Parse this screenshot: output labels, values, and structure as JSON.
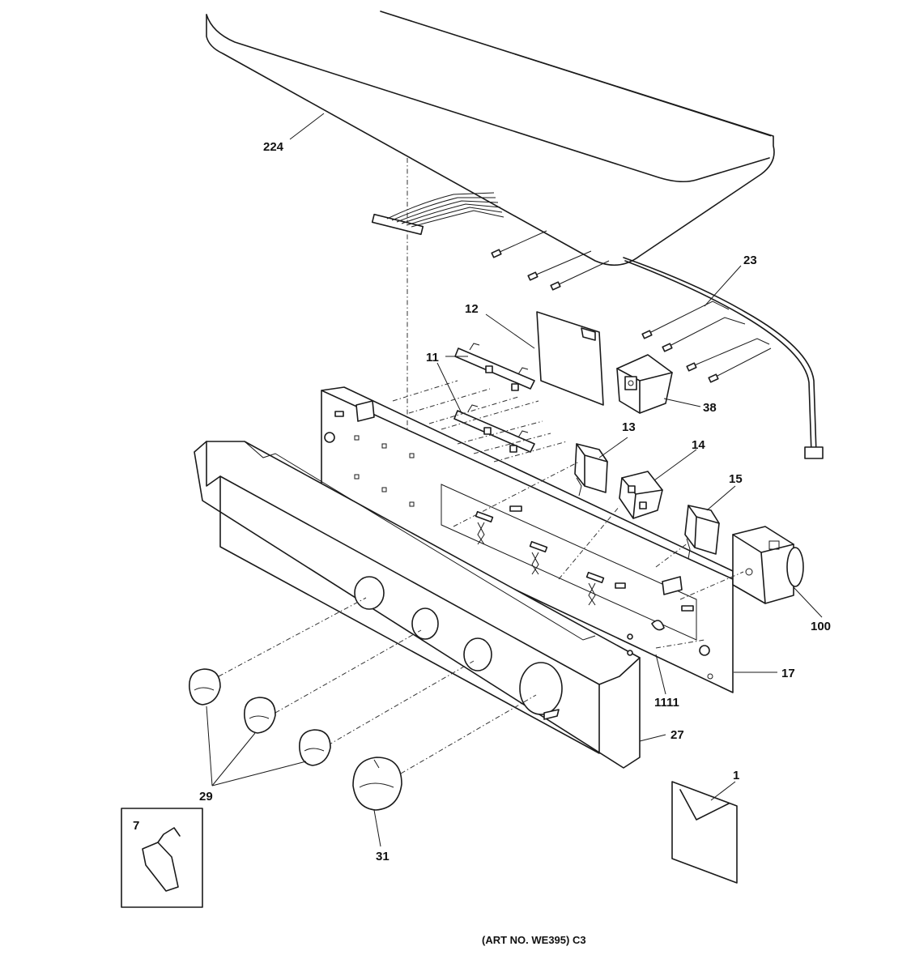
{
  "labels": {
    "p224": "224",
    "p23": "23",
    "p12": "12",
    "p11": "11",
    "p38": "38",
    "p13": "13",
    "p14": "14",
    "p15": "15",
    "p100": "100",
    "p17": "17",
    "p1111": "1111",
    "p27": "27",
    "p29": "29",
    "p31": "31",
    "p7": "7",
    "p1": "1"
  },
  "caption": "(ART NO. WE395) C3"
}
